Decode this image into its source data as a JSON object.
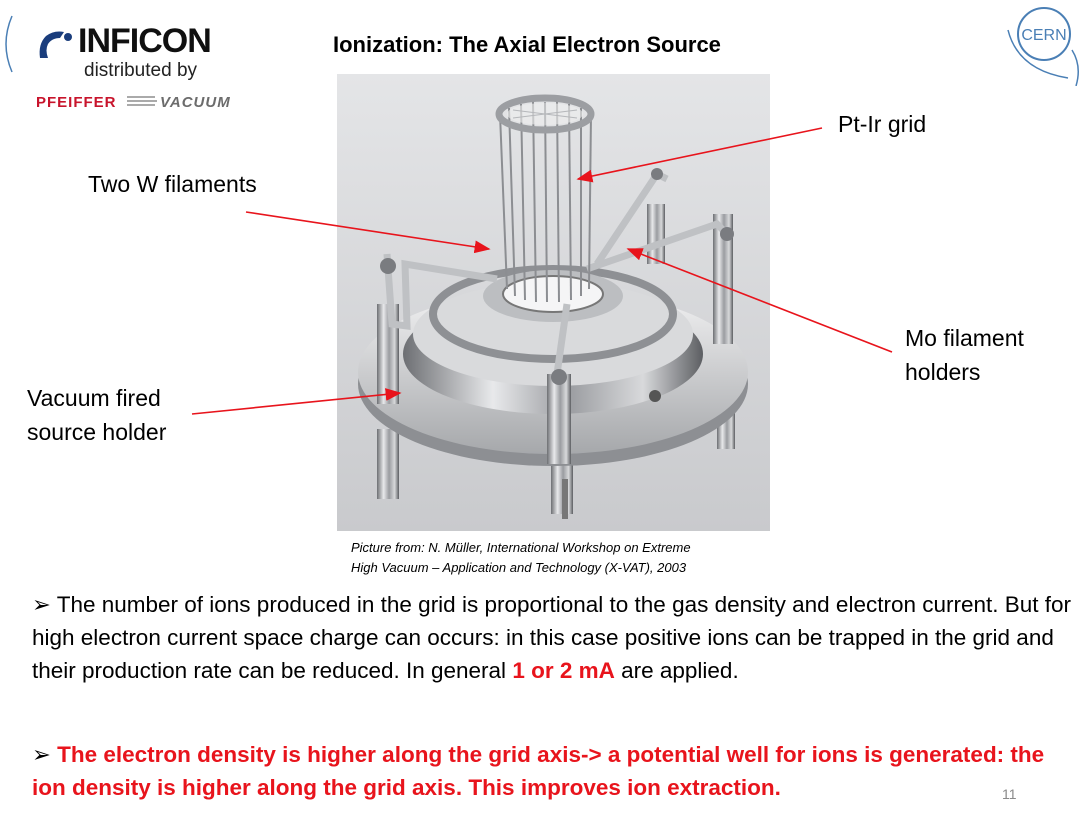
{
  "logo": {
    "brand": "INFICON",
    "distributed": "distributed by",
    "pfeiffer": "PFEIFFER",
    "vacuum": "VACUUM"
  },
  "cern": {
    "text": "CERN"
  },
  "title": "Ionization: The Axial Electron Source",
  "labels": {
    "pt_ir": "Pt-Ir grid",
    "w_filaments": "Two W filaments",
    "mo_line1": "Mo filament",
    "mo_line2": "holders",
    "vac_line1": "Vacuum fired",
    "vac_line2": "source holder"
  },
  "caption": {
    "line1": "Picture from: N. Müller, International Workshop on Extreme",
    "line2": "High Vacuum – Application and Technology (X-VAT), 2003"
  },
  "body": {
    "bullet": "➢",
    "p1_text": " The  number of ions produced in the grid is proportional to the gas density and electron current. But for high electron current space charge can occurs: in this case positive ions can be trapped in the grid and their production rate can be reduced. In general ",
    "p1_highlight": "1 or 2 mA",
    "p1_end": " are applied.",
    "p2_text": "  The electron density is higher along the grid axis-> a potential well for ions is generated: the ion density is higher along the grid axis. This improves ion extraction."
  },
  "slide_number": "11",
  "colors": {
    "accent_red": "#e8141c",
    "cern_blue": "#4a7fb5"
  }
}
